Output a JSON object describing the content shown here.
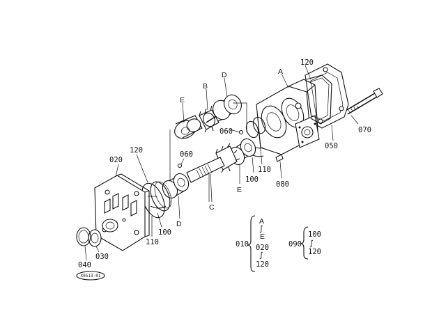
{
  "callouts": [
    {
      "id": "c-A",
      "text": "A"
    },
    {
      "id": "c-120-top",
      "text": "120"
    },
    {
      "id": "c-B",
      "text": "B"
    },
    {
      "id": "c-D-top",
      "text": "D"
    },
    {
      "id": "c-E-top",
      "text": "E"
    },
    {
      "id": "c-060-top",
      "text": "060"
    },
    {
      "id": "c-070",
      "text": "070"
    },
    {
      "id": "c-050",
      "text": "050"
    },
    {
      "id": "c-110-right",
      "text": "110"
    },
    {
      "id": "c-100-right",
      "text": "100"
    },
    {
      "id": "c-080",
      "text": "080"
    },
    {
      "id": "c-E-bottom",
      "text": "E"
    },
    {
      "id": "c-060-mid",
      "text": "060"
    },
    {
      "id": "c-120-left",
      "text": "120"
    },
    {
      "id": "c-020",
      "text": "020"
    },
    {
      "id": "c-C",
      "text": "C"
    },
    {
      "id": "c-D-bottom",
      "text": "D"
    },
    {
      "id": "c-100-bottom",
      "text": "100"
    },
    {
      "id": "c-110-bottom",
      "text": "110"
    },
    {
      "id": "c-040",
      "text": "040"
    },
    {
      "id": "c-030",
      "text": "030"
    }
  ],
  "legend_010": {
    "key": "010",
    "items": [
      "A",
      "E",
      "020",
      "120"
    ]
  },
  "legend_090": {
    "key": "090",
    "items": [
      "100",
      "120"
    ]
  },
  "reference_code": "X0513-01"
}
